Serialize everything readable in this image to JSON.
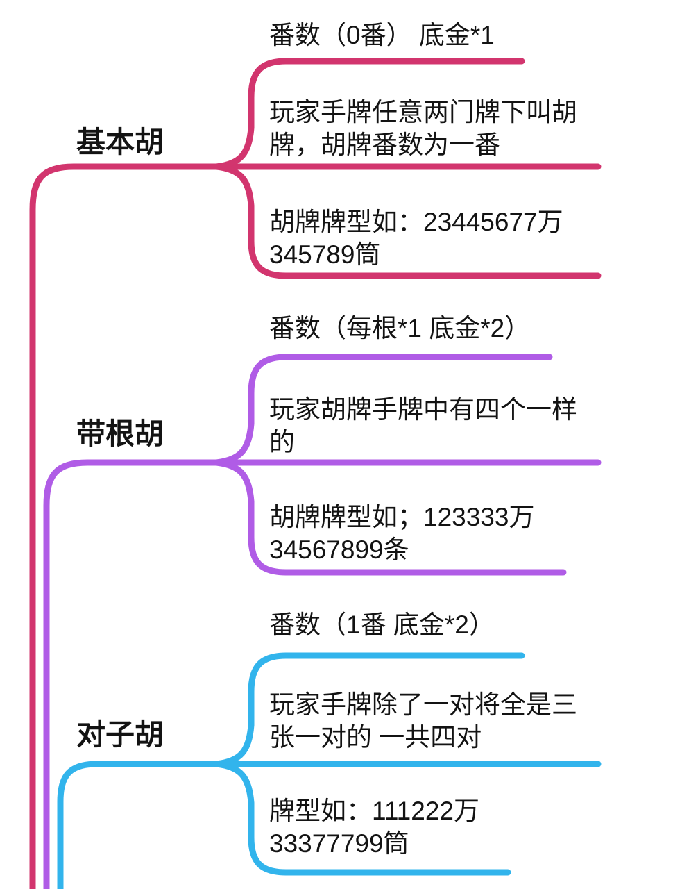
{
  "colors": {
    "basic_hu": "#d2356e",
    "gen_hu": "#b05ce6",
    "pair_hu": "#32b4ec",
    "text": "#131313"
  },
  "branches": [
    {
      "label": "基本胡",
      "children": [
        {
          "lines": [
            "番数（0番） 底金*1"
          ]
        },
        {
          "lines": [
            "玩家手牌任意两门牌下叫胡",
            "牌，胡牌番数为一番"
          ]
        },
        {
          "lines": [
            "胡牌牌型如：23445677万",
            "345789筒"
          ]
        }
      ]
    },
    {
      "label": "带根胡",
      "children": [
        {
          "lines": [
            "番数（每根*1 底金*2）"
          ]
        },
        {
          "lines": [
            "玩家胡牌手牌中有四个一样",
            "的"
          ]
        },
        {
          "lines": [
            "胡牌牌型如；123333万",
            "34567899条"
          ]
        }
      ]
    },
    {
      "label": "对子胡",
      "children": [
        {
          "lines": [
            "番数（1番 底金*2）"
          ]
        },
        {
          "lines": [
            "玩家手牌除了一对将全是三",
            "张一对的 一共四对"
          ]
        },
        {
          "lines": [
            "牌型如：111222万",
            "33377799筒"
          ]
        }
      ]
    }
  ]
}
